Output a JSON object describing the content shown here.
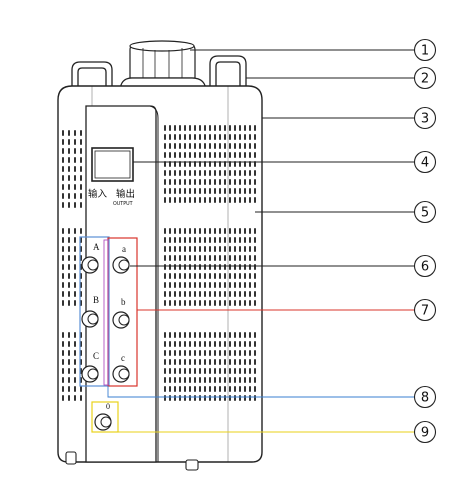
{
  "panel": {
    "input_label": "输入",
    "output_label": "输出",
    "output_label_en": "OUTPUT"
  },
  "terminals": {
    "input": [
      "A",
      "B",
      "C"
    ],
    "output": [
      "a",
      "b",
      "c"
    ],
    "neutral": "0"
  },
  "callouts": [
    "1",
    "2",
    "3",
    "4",
    "5",
    "6",
    "7",
    "8",
    "9"
  ],
  "colors": {
    "outline": "#222222",
    "input_group_frame": "#5b8fd6",
    "output_group_frame": "#d9342b",
    "output_group_frame_inner": "#b04fc0",
    "callout_8_line": "#3a7fd0",
    "callout_9_line": "#e8d21a"
  }
}
